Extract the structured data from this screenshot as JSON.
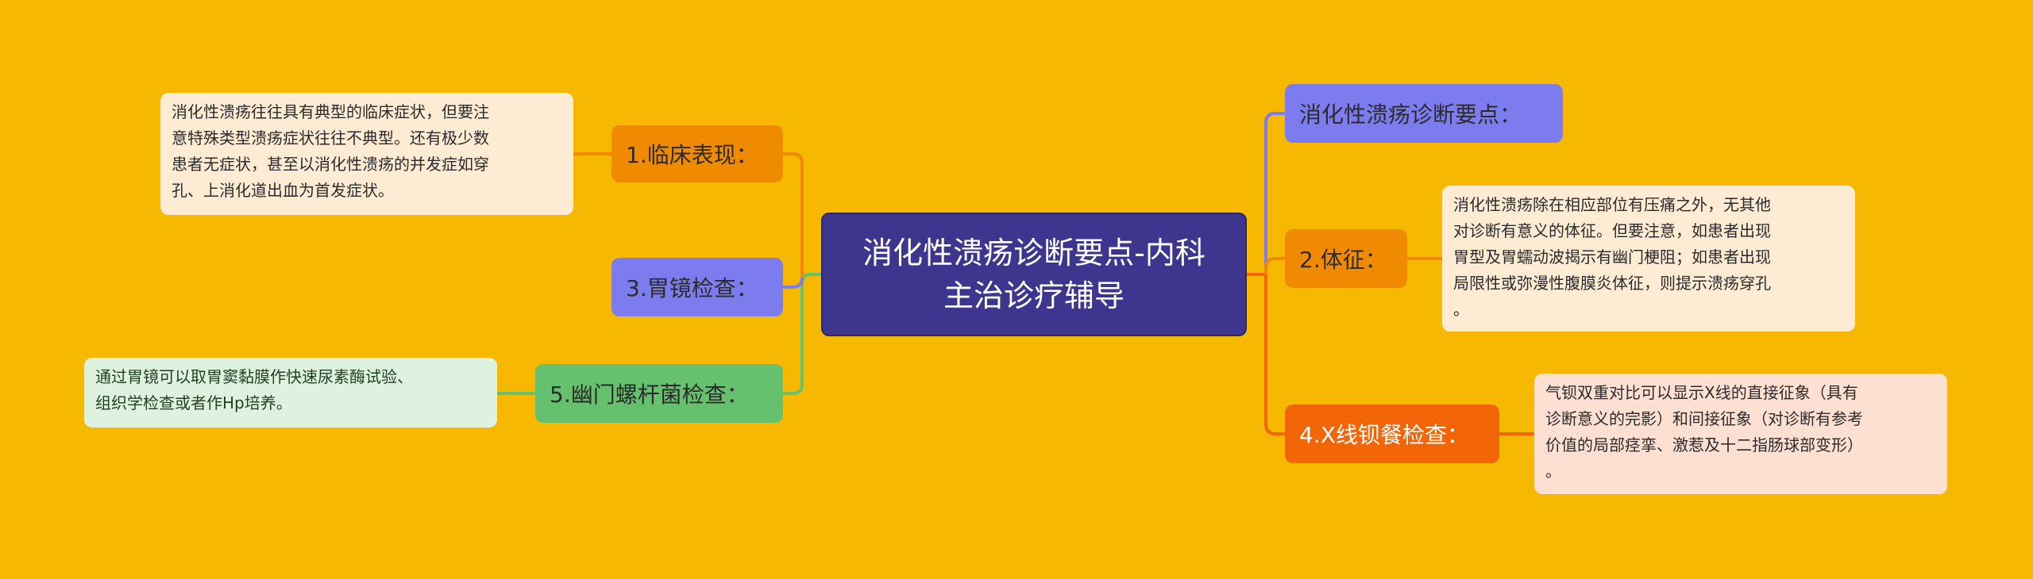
{
  "root": {
    "title_line1": "消化性溃疡诊断要点-内科",
    "title_line2": "主治诊疗辅导",
    "color": "#3E358E"
  },
  "left_branches": [
    {
      "label": "1.临床表现：",
      "color": "#F08A00",
      "detail": "消化性溃疡往往具有典型的临床症状，但要注意特殊类型溃疡症状往往不典型。还有极少数患者无症状，甚至以消化性溃疡的并发症如穿孔、上消化道出血为首发症状。",
      "detail_lines": [
        "消化性溃疡往往具有典型的临床症状，但要注",
        "意特殊类型溃疡症状往往不典型。还有极少数",
        "患者无症状，甚至以消化性溃疡的并发症如穿",
        "孔、上消化道出血为首发症状。"
      ]
    },
    {
      "label": "3.胃镜检查：",
      "color": "#7C7CEE"
    },
    {
      "label": "5.幽门螺杆菌检查：",
      "color": "#66C16E",
      "detail": "通过胃镜可以取胃窦黏膜作快速尿素酶试验、组织学检查或者作Hp培养。",
      "detail_lines": [
        "通过胃镜可以取胃窦黏膜作快速尿素酶试验、",
        "组织学检查或者作Hp培养。"
      ]
    }
  ],
  "right_branches": [
    {
      "label": "消化性溃疡诊断要点：",
      "color": "#7C7CEE"
    },
    {
      "label": "2.体征：",
      "color": "#F08A00",
      "detail": "消化性溃疡除在相应部位有压痛之外，无其他对诊断有意义的体征。但要注意，如患者出现胃型及胃蠕动波揭示有幽门梗阻；如患者出现局限性或弥漫性腹膜炎体征，则提示溃疡穿孔。",
      "detail_lines": [
        "消化性溃疡除在相应部位有压痛之外，无其他",
        "对诊断有意义的体征。但要注意，如患者出现",
        "胃型及胃蠕动波揭示有幽门梗阻；如患者出现",
        "局限性或弥漫性腹膜炎体征，则提示溃疡穿孔",
        "。"
      ]
    },
    {
      "label": "4.X线钡餐检查：",
      "color": "#F26608",
      "detail": "气钡双重对比可以显示X线的直接征象（具有诊断意义的完影）和间接征象（对诊断有参考价值的局部痉挛、激惹及十二指肠球部变形）。",
      "detail_lines": [
        "气钡双重对比可以显示X线的直接征象（具有",
        "诊断意义的完影）和间接征象（对诊断有参考",
        "价值的局部痉挛、激惹及十二指肠球部变形）",
        "。"
      ]
    }
  ],
  "colors": {
    "background": "#F6B800"
  }
}
